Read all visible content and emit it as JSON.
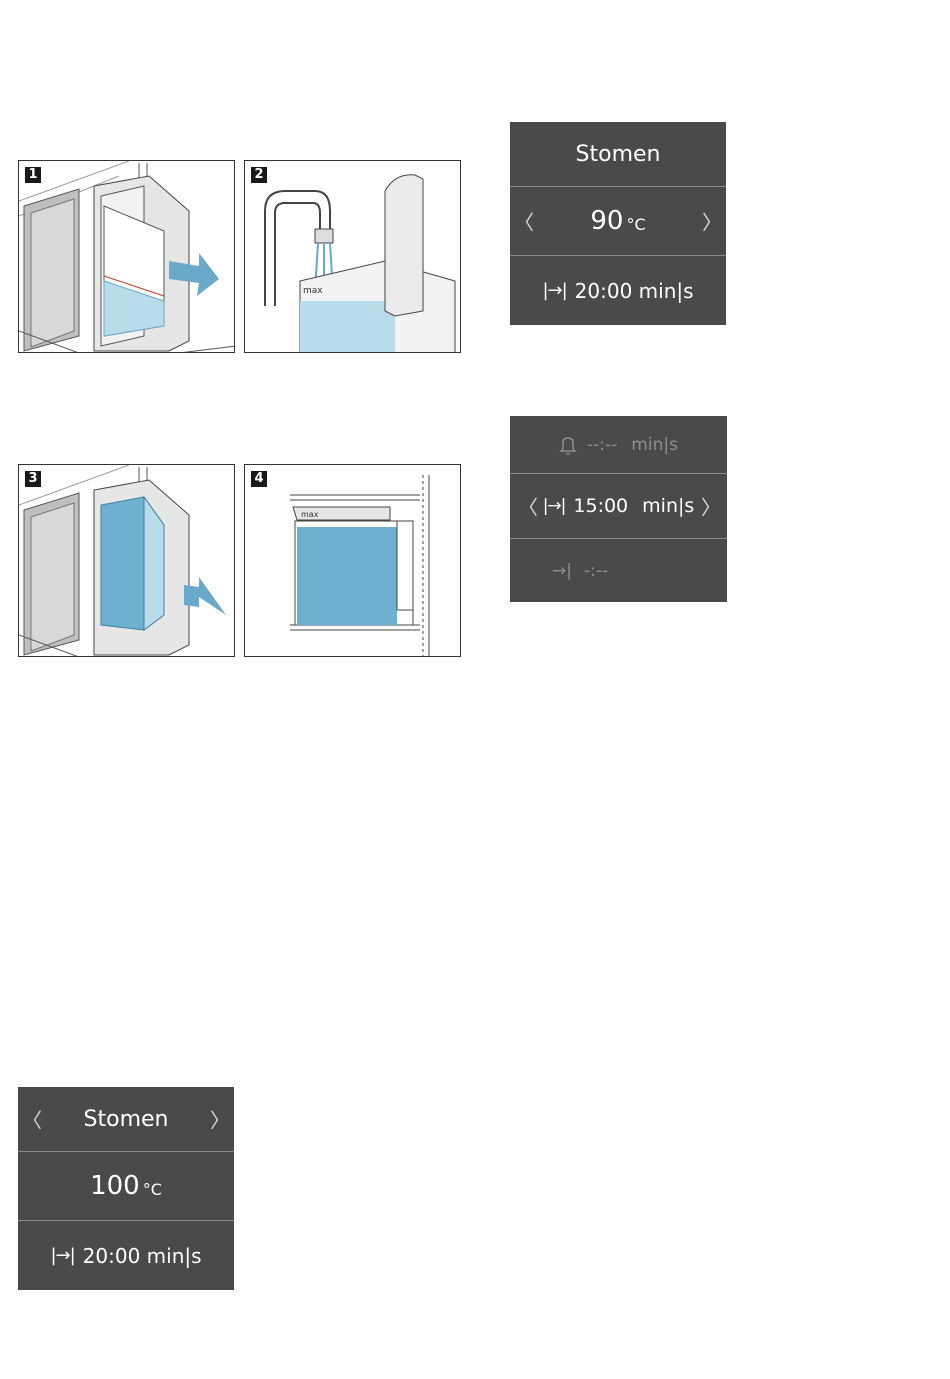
{
  "figures": [
    {
      "badge": "1"
    },
    {
      "badge": "2",
      "max_label": "max"
    },
    {
      "badge": "3"
    },
    {
      "badge": "4",
      "max_label": "max"
    }
  ],
  "panel_a": {
    "mode": "Stomen",
    "temp_value": "90",
    "temp_unit": "°C",
    "duration_icon": "|→|",
    "duration": "20:00 min|s",
    "left_arrow": "〈",
    "right_arrow": "〉"
  },
  "panel_b": {
    "bell_icon": "bell-icon",
    "timer_value": "--:--",
    "timer_unit": "min|s",
    "duration_icon": "|→|",
    "duration_value": "15:00",
    "duration_unit": "min|s",
    "end_icon": "→|",
    "end_value": "-:--",
    "left_arrow": "〈",
    "right_arrow": "〉"
  },
  "panel_c": {
    "mode": "Stomen",
    "temp_value": "100",
    "temp_unit": "°C",
    "duration_icon": "|→|",
    "duration": "20:00 min|s",
    "left_arrow": "〈",
    "right_arrow": "〉"
  },
  "colors": {
    "panel_bg": "#4a4a4a",
    "water": "#6eb0d0",
    "water_light": "#b9dcea",
    "arrow": "#6aa9c9"
  }
}
